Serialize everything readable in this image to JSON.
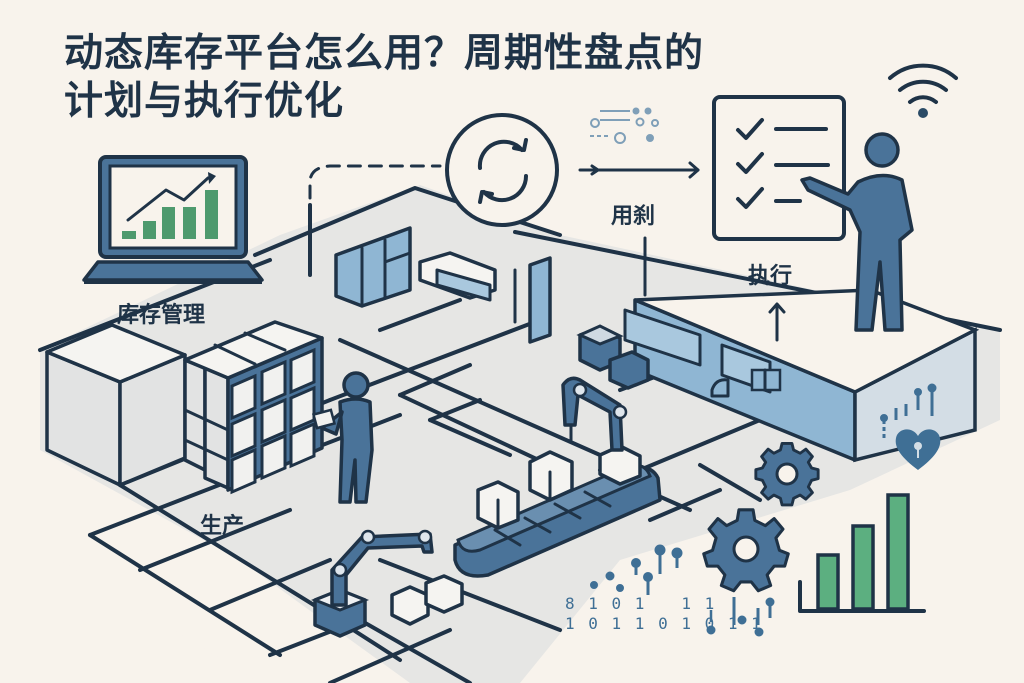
{
  "title": {
    "line1": "动态库存平台怎么用？周期性盘点的",
    "line2": "计划与执行优化"
  },
  "labels": {
    "inventory_management": "库存管理",
    "production": "生产",
    "usage": "用刹",
    "execution": "执行"
  },
  "binary": {
    "row1": "8 1 0 1   1 1",
    "row2": "1 0 1 1 0 1 0 1 1"
  },
  "icons": [
    "laptop-chart-icon",
    "sync-cycle-icon",
    "circuit-icon",
    "checklist-board-icon",
    "wifi-icon",
    "worker-icon",
    "presenter-icon",
    "robot-arm-icon",
    "conveyor-belt-icon",
    "gear-icon",
    "heart-lock-icon",
    "bar-chart-icon"
  ],
  "colors": {
    "background": "#f8f3ec",
    "ink": "#1f3347",
    "blue": "#4a7399",
    "light_blue": "#8fb6d3",
    "green": "#4e9a6e",
    "floor_gray": "#e4e4e2"
  },
  "chart_laptop": {
    "bars": [
      1,
      3,
      4,
      4,
      6
    ]
  },
  "chart_bottom": {
    "bars": [
      4,
      6,
      8
    ]
  }
}
